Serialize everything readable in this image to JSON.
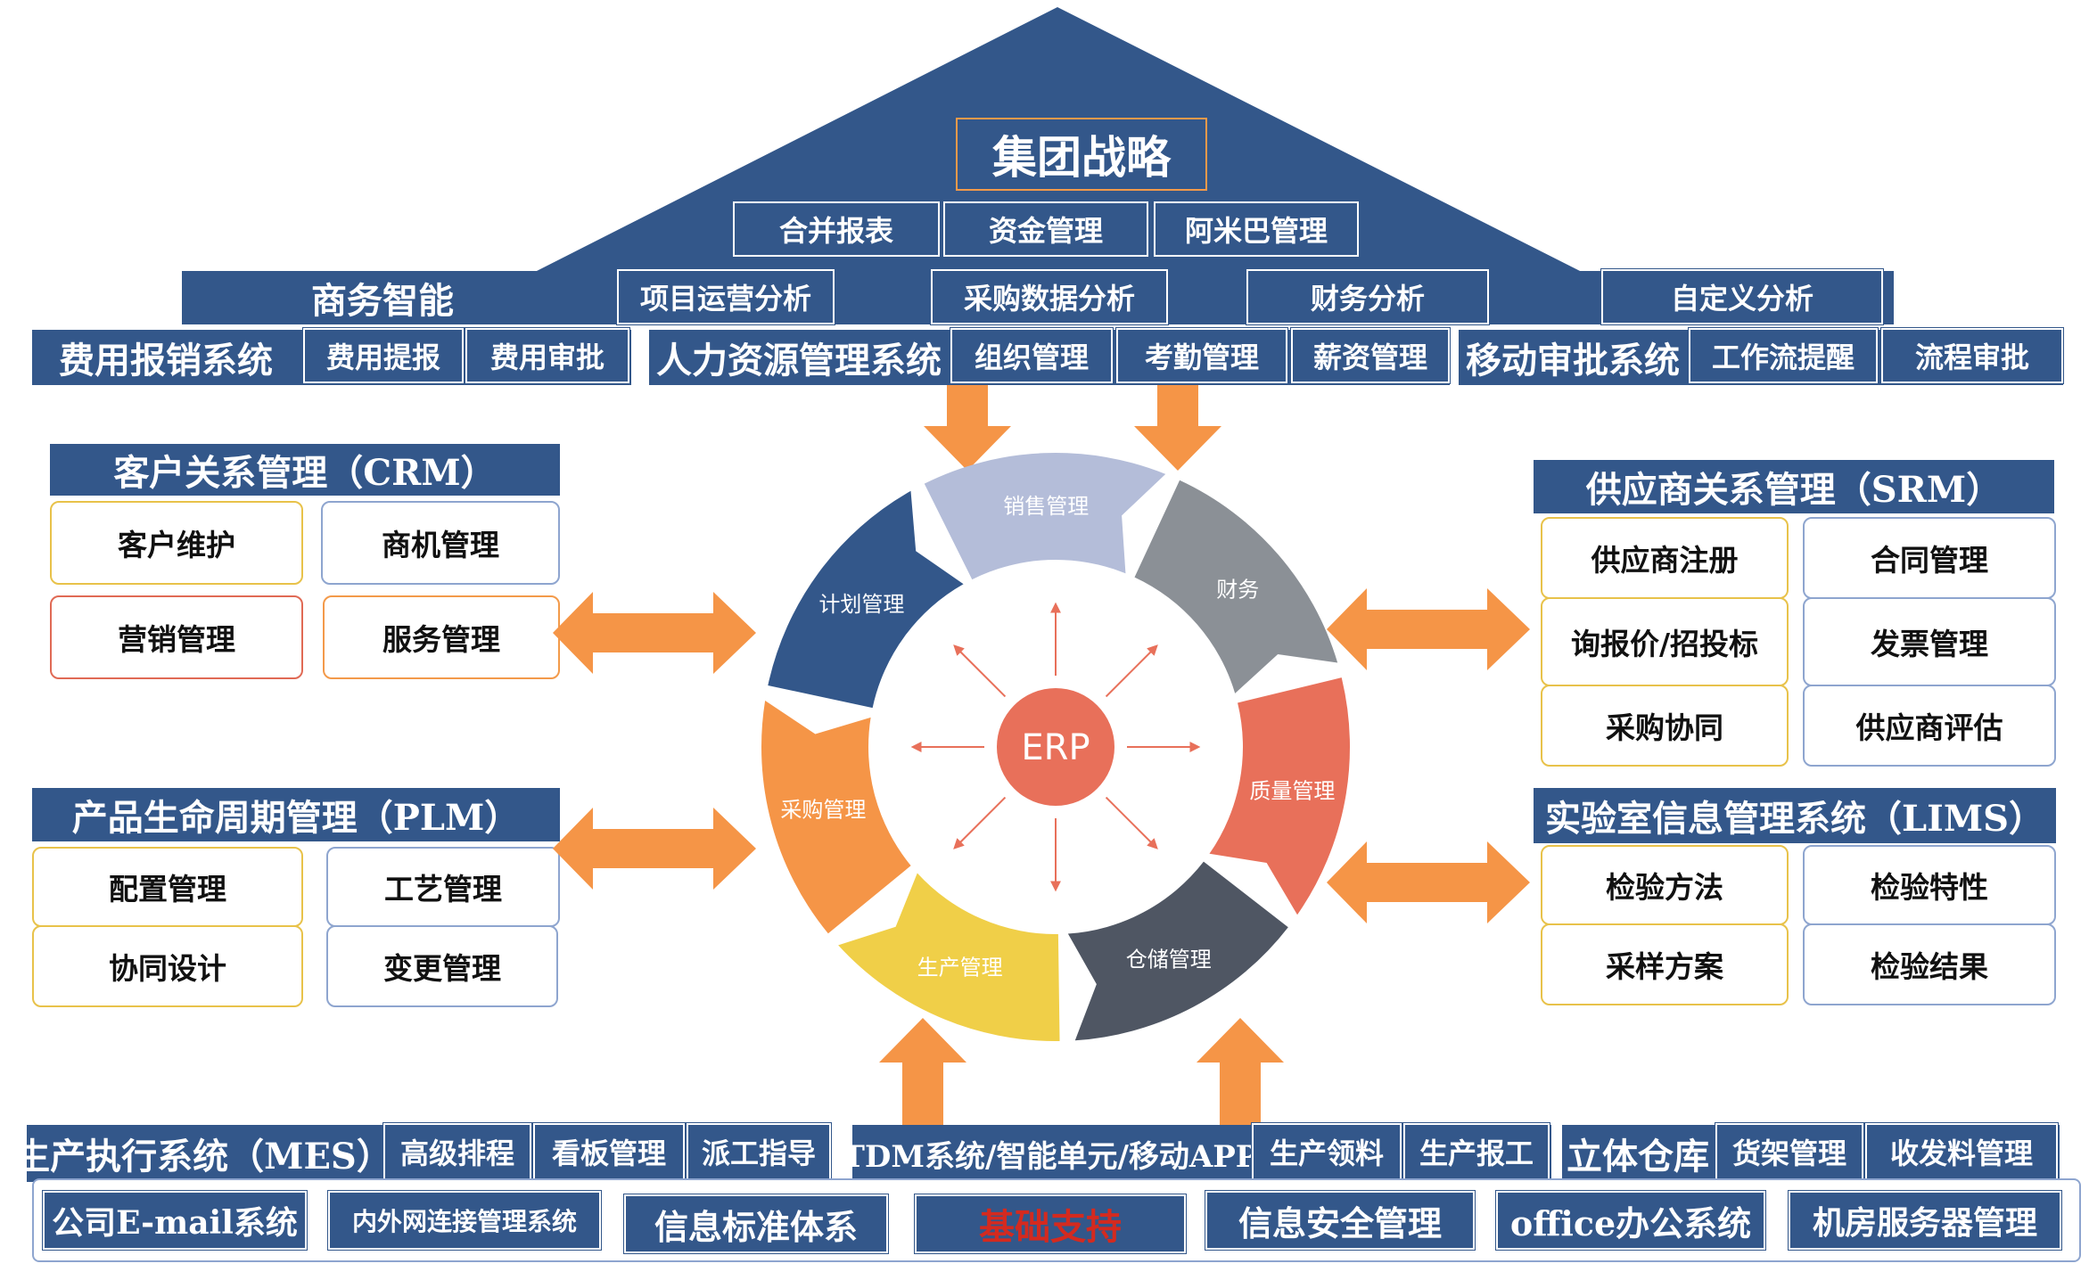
{
  "roof": {
    "title": "集团战略",
    "row1": [
      "合并报表",
      "资金管理",
      "阿米巴管理"
    ]
  },
  "band_bi": {
    "label": "商务智能",
    "items": [
      "项目运营分析",
      "采购数据分析",
      "财务分析",
      "自定义分析"
    ]
  },
  "band_top": {
    "expense": {
      "label": "费用报销系统",
      "items": [
        "费用提报",
        "费用审批"
      ]
    },
    "hr": {
      "label": "人力资源管理系统",
      "items": [
        "组织管理",
        "考勤管理",
        "薪资管理"
      ]
    },
    "mobile": {
      "label": "移动审批系统",
      "items": [
        "工作流提醒",
        "流程审批"
      ]
    }
  },
  "crm": {
    "title": "客户关系管理（CRM）",
    "items": [
      "客户维护",
      "商机管理",
      "营销管理",
      "服务管理"
    ]
  },
  "plm": {
    "title": "产品生命周期管理（PLM）",
    "items": [
      "配置管理",
      "工艺管理",
      "协同设计",
      "变更管理"
    ]
  },
  "srm": {
    "title": "供应商关系管理（SRM）",
    "items": [
      "供应商注册",
      "合同管理",
      "询报价/招投标",
      "发票管理",
      "采购协同",
      "供应商评估"
    ]
  },
  "lims": {
    "title": "实验室信息管理系统（LIMS）",
    "items": [
      "检验方法",
      "检验特性",
      "采样方案",
      "检验结果"
    ]
  },
  "erp": {
    "center": "ERP",
    "segments": [
      {
        "label": "销售管理",
        "color": "#b4bdd9"
      },
      {
        "label": "财务",
        "color": "#8b9096"
      },
      {
        "label": "质量管理",
        "color": "#e8705a"
      },
      {
        "label": "仓储管理",
        "color": "#4f5663"
      },
      {
        "label": "生产管理",
        "color": "#f0cf48"
      },
      {
        "label": "采购管理",
        "color": "#f59547"
      },
      {
        "label": "计划管理",
        "color": "#33578a"
      }
    ]
  },
  "band_bottom": {
    "mes": {
      "label": "生产执行系统（MES）",
      "items": [
        "高级排程",
        "看板管理",
        "派工指导"
      ]
    },
    "tdm": {
      "label": "TDM系统/智能单元/移动APP",
      "items": [
        "生产领料",
        "生产报工"
      ]
    },
    "warehouse": {
      "label": "立体仓库",
      "items": [
        "货架管理",
        "收发料管理"
      ]
    }
  },
  "foundation": {
    "items": [
      "公司E-mail系统",
      "内外网连接管理系统",
      "信息标准体系",
      "基础支持",
      "信息安全管理",
      "office办公系统",
      "机房服务器管理"
    ],
    "highlight_color": "#d42a1f"
  }
}
